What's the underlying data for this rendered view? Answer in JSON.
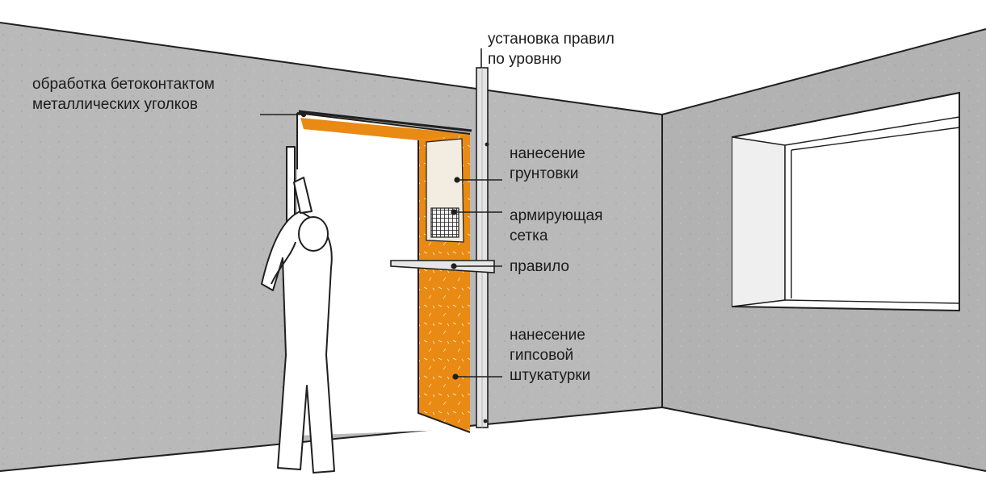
{
  "labels": {
    "corners_treatment": {
      "line1": "обработка бетоконтактом",
      "line2": "металлических уголков"
    },
    "rule_leveling": {
      "line1": "установка правил",
      "line2": "по уровню"
    },
    "primer": {
      "line1": "нанесение",
      "line2": "грунтовки"
    },
    "mesh": {
      "line1": "армирующая",
      "line2": "сетка"
    },
    "rule": {
      "line1": "правило"
    },
    "plaster": {
      "line1": "нанесение",
      "line2": "гипсовой",
      "line3": "штукатурки"
    }
  },
  "colors": {
    "wall": "#b9b9b9",
    "right_wall": "#b2b2b2",
    "plaster": "#e98a14",
    "primer": "#f2ede0",
    "outline": "#1f1f1f",
    "rule_metal": "#e4e4e4"
  }
}
